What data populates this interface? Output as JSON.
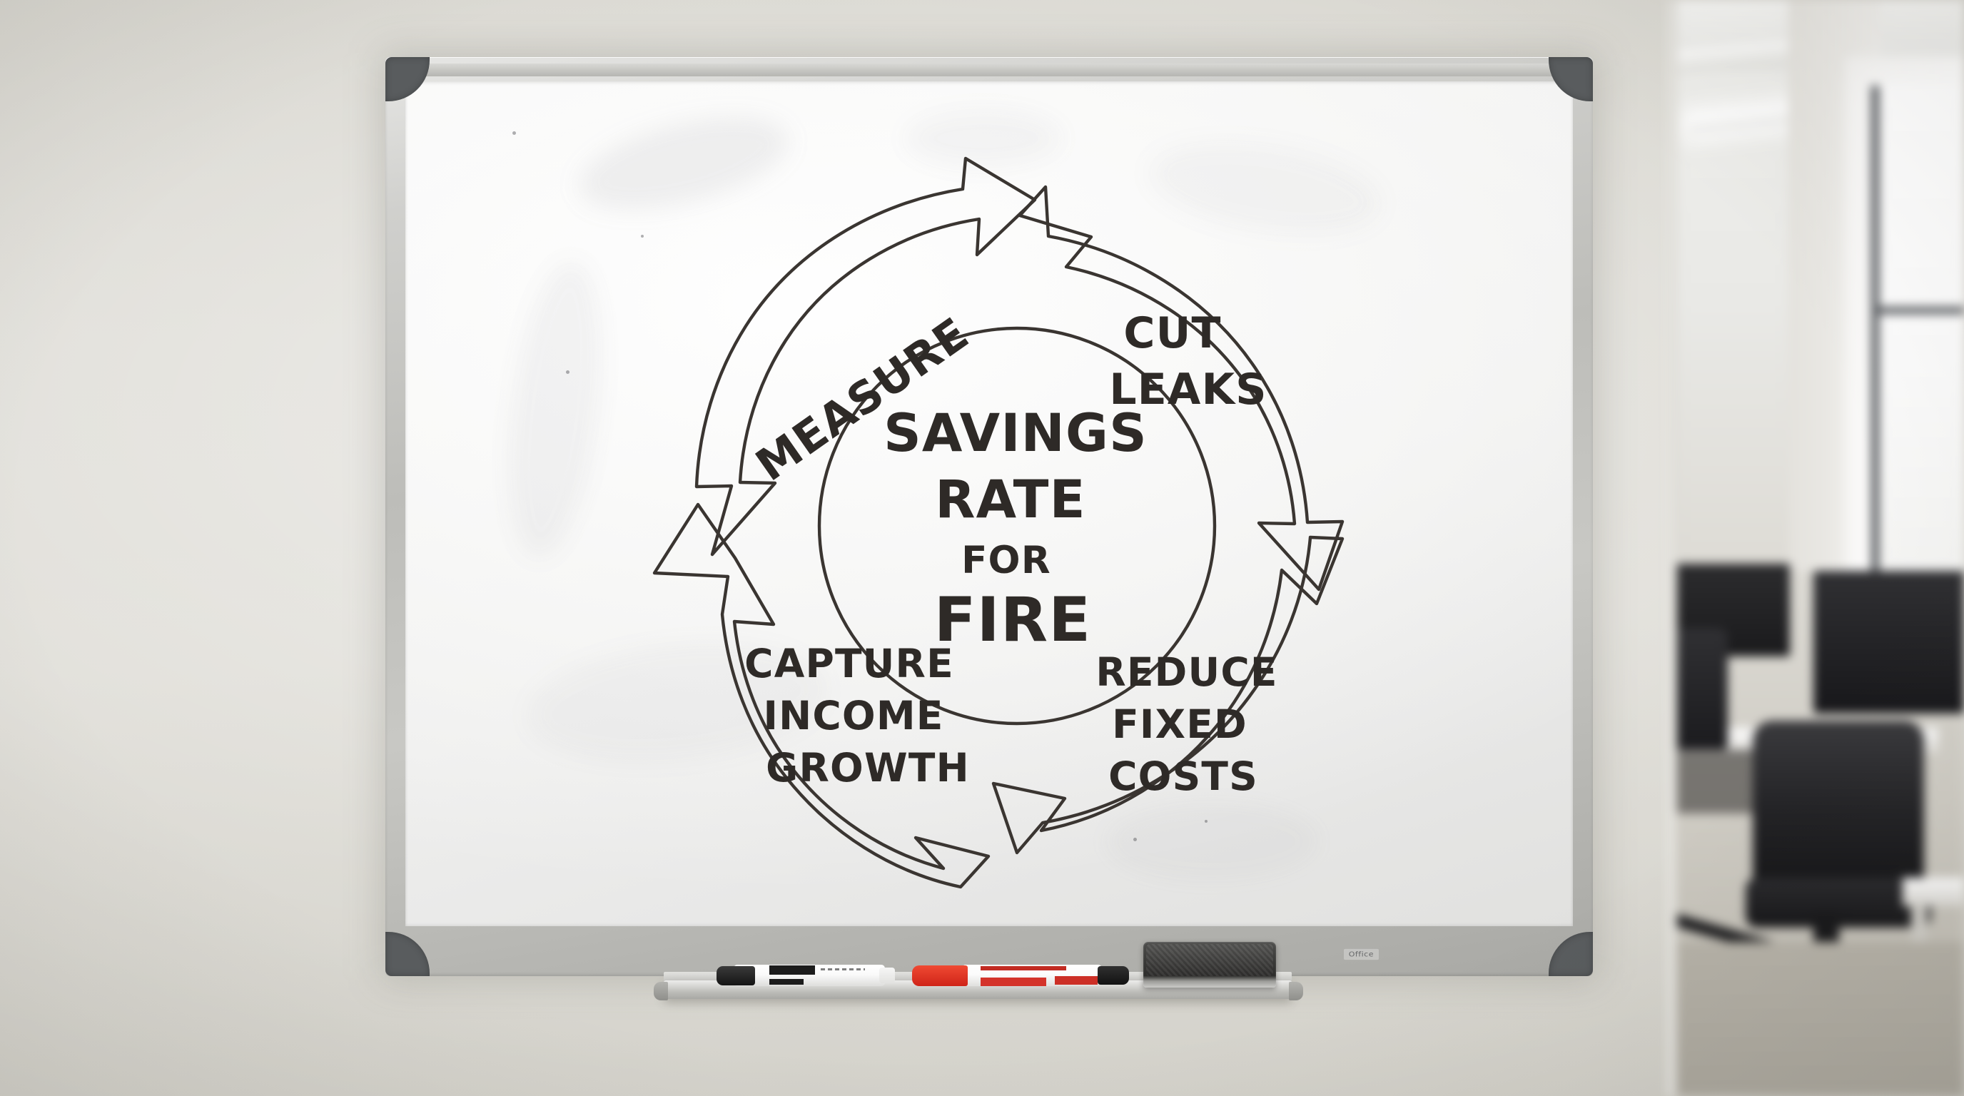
{
  "scene": {
    "setting": "office-wall-with-whiteboard",
    "wall_color": "#d7d5ce",
    "board_surface_color": "#f2f2f1",
    "frame_color": "#c2c2be",
    "corner_cap_color": "#595c5e",
    "ink_color": "#3a3531"
  },
  "whiteboard": {
    "brand_label": "Office",
    "tray": {
      "items": [
        {
          "name": "black-dry-erase-marker",
          "color": "#1c1c1c",
          "body_color": "#ffffff"
        },
        {
          "name": "red-dry-erase-marker",
          "color": "#d4332a",
          "body_color": "#ffffff"
        },
        {
          "name": "whiteboard-eraser",
          "color": "#3a3a38"
        }
      ]
    }
  },
  "diagram": {
    "type": "cycle",
    "title": "Savings Rate for FIRE cycle",
    "hub": {
      "lines": [
        "SAVINGS",
        "RATE",
        "FOR",
        "FIRE"
      ]
    },
    "steps": [
      {
        "id": "measure",
        "position": "top-left",
        "lines": [
          "MEASURE"
        ],
        "rotation_deg": -35
      },
      {
        "id": "cut-leaks",
        "position": "top-right",
        "lines": [
          "CUT",
          "LEAKS"
        ],
        "rotation_deg": 0
      },
      {
        "id": "reduce-fixed-costs",
        "position": "bottom-right",
        "lines": [
          "REDUCE",
          "FIXED",
          "COSTS"
        ],
        "rotation_deg": 0
      },
      {
        "id": "capture-income-growth",
        "position": "bottom-left",
        "lines": [
          "CAPTURE",
          "INCOME",
          "GROWTH"
        ],
        "rotation_deg": 0
      }
    ],
    "arrow_count": 4,
    "direction": "clockwise"
  },
  "office_background": {
    "visible_items": [
      "ceiling-light",
      "window",
      "monitor",
      "monitor",
      "office-chair",
      "office-chair",
      "desk",
      "desk"
    ]
  }
}
